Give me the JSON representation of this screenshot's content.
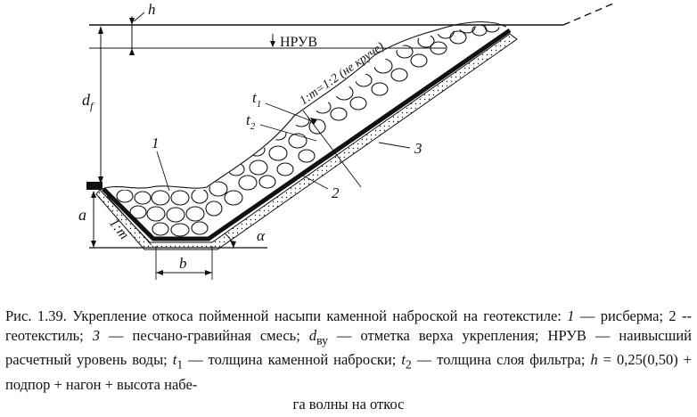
{
  "figure": {
    "labels": {
      "h": "h",
      "nruv": "НРУВ",
      "df": "d",
      "df_sub": "f",
      "slope_upper": "1:m=1:2 (не круче)",
      "t1": "t",
      "t1_sub": "1",
      "t2": "t",
      "t2_sub": "2",
      "n1": "1",
      "n2": "2",
      "n3": "3",
      "a": "a",
      "slope_lower": "1:m",
      "b": "b",
      "alpha": "α"
    }
  },
  "caption": {
    "fig_ref": "Рис. 1.39.",
    "title": "Укрепление откоса пойменной насыпи каменной наброской на геотекстиле:",
    "n1": "1",
    "t_n1": " — рисберма; 2 -- геотекстиль; ",
    "n3": "3",
    "t_n3": " — песчано-гравийная смесь; ",
    "d": "d",
    "d_sub": "ву",
    "t_d": " — отметка верха укрепления; НРУВ — наивысший расчетный уровень воды; ",
    "t1": "t",
    "t1_sub": "1",
    "t_t1": " — толщина каменной наброски; ",
    "t2": "t",
    "t2_sub": "2",
    "t_t2": " — толщина слоя фильтра; ",
    "h": "h",
    "t_h": " = 0,25(0,50) + подпор + нагон + высота набе-",
    "last_line": "га волны на откос"
  }
}
